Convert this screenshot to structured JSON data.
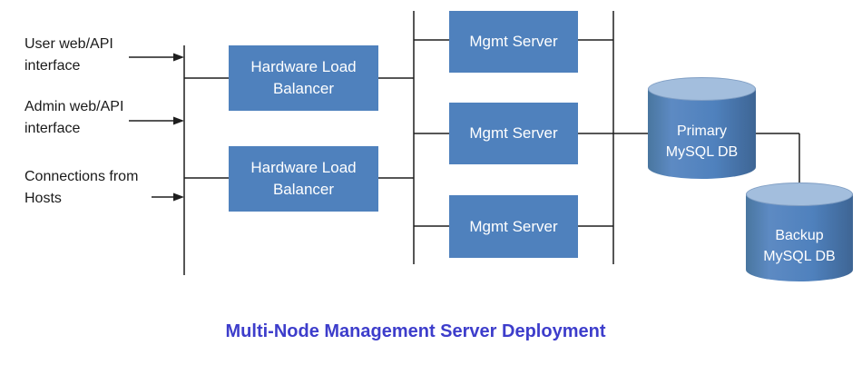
{
  "diagram": {
    "title": "Multi-Node Management Server Deployment",
    "inputs": [
      {
        "label": "User web/API interface"
      },
      {
        "label": "Admin web/API interface"
      },
      {
        "label": "Connections from Hosts"
      }
    ],
    "load_balancers": [
      {
        "label": "Hardware Load Balancer"
      },
      {
        "label": "Hardware Load Balancer"
      }
    ],
    "mgmt_servers": [
      {
        "label": "Mgmt Server"
      },
      {
        "label": "Mgmt Server"
      },
      {
        "label": "Mgmt Server"
      }
    ],
    "databases": [
      {
        "line1": "Primary",
        "line2": "MySQL DB"
      },
      {
        "line1": "Backup",
        "line2": "MySQL DB"
      }
    ],
    "colors": {
      "node_fill": "#4f81bd",
      "node_text": "#ffffff",
      "cylinder_top": "#a3bedd",
      "connector_line": "#1f1f1f",
      "title_text": "#3d3dcb"
    }
  }
}
